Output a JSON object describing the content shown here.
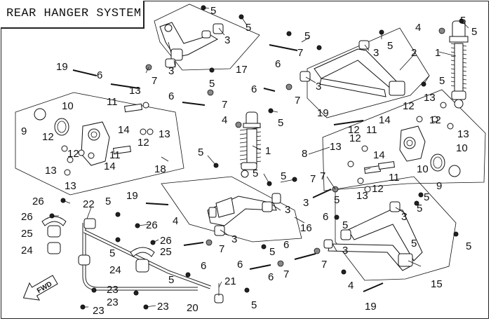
{
  "diagram": {
    "title": "REAR HANGER SYSTEM",
    "fwd_label": "FWD",
    "callouts": {
      "c1a": "1",
      "c1b": "1",
      "c2": "2",
      "c3a": "3",
      "c3b": "3",
      "c3c": "3",
      "c3d": "3",
      "c3e": "3",
      "c3f": "3",
      "c3g": "3",
      "c3h": "3",
      "c3i": "3",
      "c4a": "4",
      "c4b": "4",
      "c4c": "4",
      "c4d": "4",
      "c5a": "5",
      "c5b": "5",
      "c5c": "5",
      "c5d": "5",
      "c5e": "5",
      "c5f": "5",
      "c5g": "5",
      "c5h": "5",
      "c5i": "5",
      "c5j": "5",
      "c5k": "5",
      "c5l": "5",
      "c5m": "5",
      "c5n": "5",
      "c5o": "5",
      "c5p": "5",
      "c5q": "5",
      "c5r": "5",
      "c5s": "5",
      "c5t": "5",
      "c5u": "5",
      "c5v": "5",
      "c5w": "5",
      "c6a": "6",
      "c6b": "6",
      "c6c": "6",
      "c6d": "6",
      "c6e": "6",
      "c6f": "6",
      "c6g": "6",
      "c6h": "6",
      "c6i": "6",
      "c7a": "7",
      "c7b": "7",
      "c7c": "7",
      "c7d": "7",
      "c7e": "7",
      "c7f": "7",
      "c7g": "7",
      "c7h": "7",
      "c7i": "7",
      "c8": "8",
      "c9a": "9",
      "c9b": "9",
      "c10a": "10",
      "c10b": "10",
      "c10c": "10",
      "c11a": "11",
      "c11b": "11",
      "c11c": "11",
      "c11d": "11",
      "c12a": "12",
      "c12b": "12",
      "c12c": "12",
      "c12d": "12",
      "c12e": "12",
      "c12f": "12",
      "c12g": "12",
      "c12h": "12",
      "c13a": "13",
      "c13b": "13",
      "c13c": "13",
      "c13d": "13",
      "c13e": "13",
      "c13f": "13",
      "c13g": "13",
      "c13h": "13",
      "c14a": "14",
      "c14b": "14",
      "c14c": "14",
      "c14d": "14",
      "c15": "15",
      "c16": "16",
      "c17": "17",
      "c18": "18",
      "c19a": "19",
      "c19b": "19",
      "c19c": "19",
      "c19d": "19",
      "c20": "20",
      "c21": "21",
      "c22": "22",
      "c23a": "23",
      "c23b": "23",
      "c23c": "23",
      "c23d": "23",
      "c24a": "24",
      "c24b": "24",
      "c25a": "25",
      "c25b": "25",
      "c26a": "26",
      "c26b": "26",
      "c26c": "26",
      "c26d": "26"
    }
  }
}
